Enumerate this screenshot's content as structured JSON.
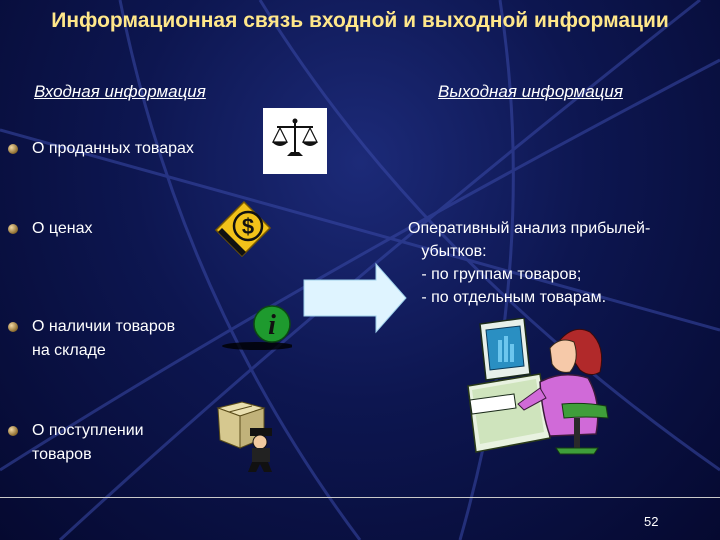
{
  "title": "Информационная связь входной и выходной информации",
  "input_header": "Входная информация",
  "output_header": "Выходная информация",
  "input_items": [
    "О проданных товарах",
    "О ценах",
    "О наличии товаров\nна складе",
    "О поступлении\nтоваров"
  ],
  "output_text": "Оперативный анализ прибылей-\n   убытков:\n   - по группам товаров;\n   - по отдельным товарам.",
  "page_number": "52",
  "icons": [
    "scales-icon",
    "dollar-icon",
    "info-icon",
    "arrow-right-icon",
    "worker-with-boxes-icon",
    "woman-at-computer-icon"
  ],
  "colors": {
    "title": "#ffe78a",
    "background": "#0d1650",
    "arrow": "#dff4ff"
  }
}
